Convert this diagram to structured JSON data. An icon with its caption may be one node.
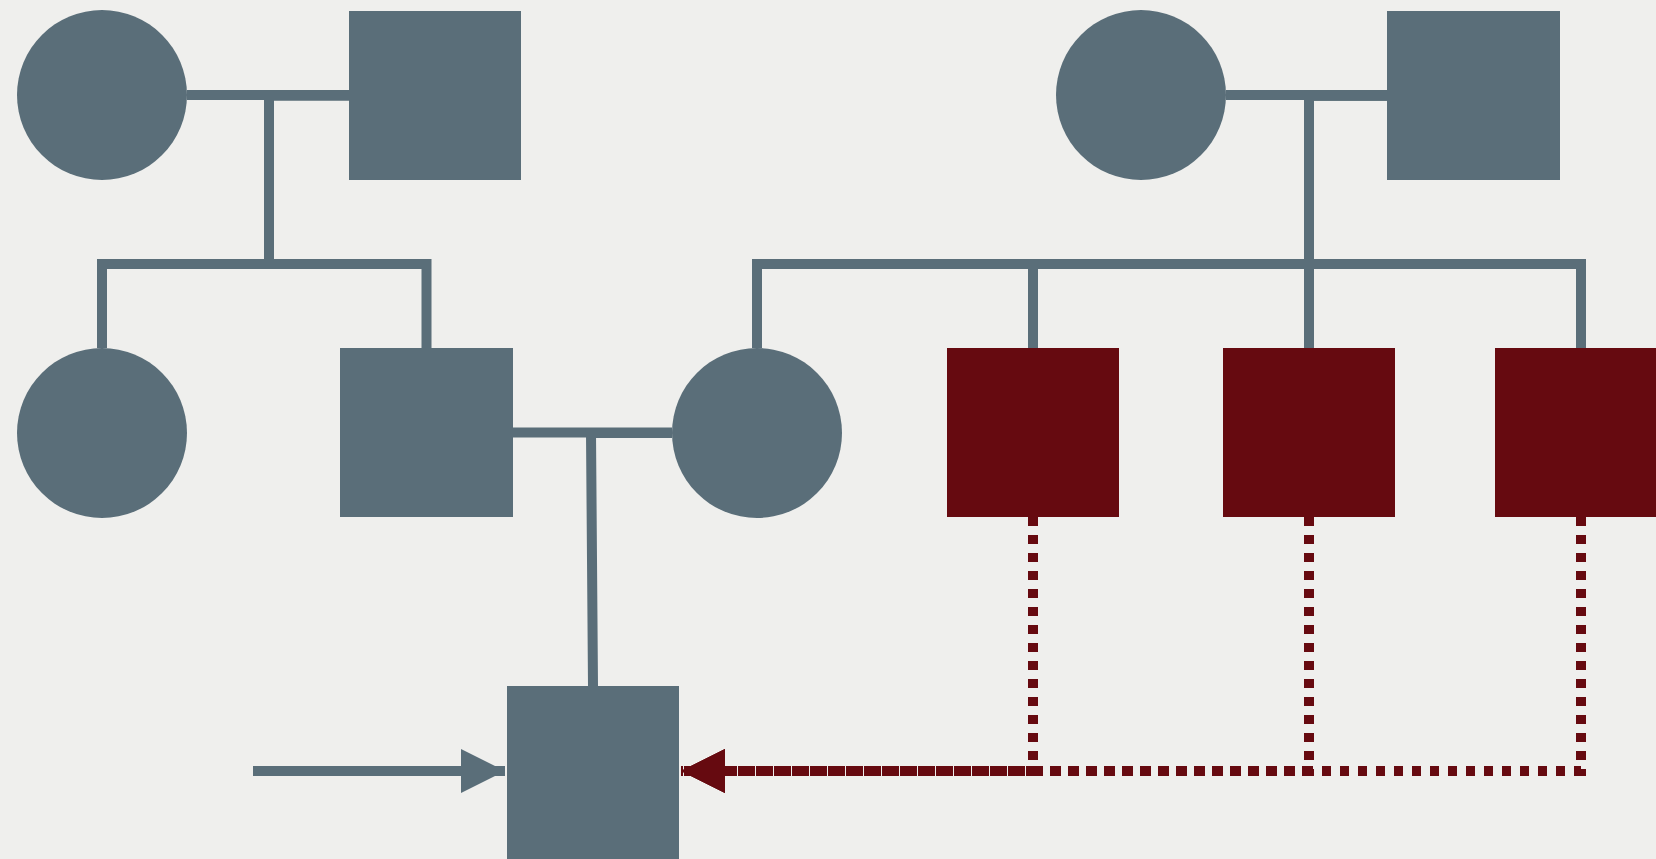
{
  "diagram": {
    "nodes": [
      {
        "text": [],
        "shape": "circle"
      },
      {
        "text": [],
        "shape": "box"
      },
      {
        "text": [],
        "shape": "circle"
      },
      {
        "text": [],
        "shape": "box"
      },
      {
        "text": [],
        "shape": "circle"
      },
      {
        "text": [],
        "shape": "box"
      },
      {
        "text": [],
        "shape": "circle"
      },
      {
        "text": [],
        "shape": "box"
      },
      {
        "text": [],
        "shape": "box"
      },
      {
        "text": [],
        "shape": "box"
      },
      {
        "text": [],
        "shape": "box"
      }
    ],
    "edges": [
      {
        "from": 0,
        "to": 1,
        "arrow": "none"
      },
      {
        "from": 1,
        "to": 4,
        "arrow": "none"
      },
      {
        "from": 1,
        "to": 5,
        "arrow": "none"
      },
      {
        "from": 2,
        "to": 3,
        "arrow": "none"
      },
      {
        "from": 3,
        "to": 6,
        "arrow": "none"
      },
      {
        "from": 3,
        "to": 7,
        "arrow": "none"
      },
      {
        "from": 3,
        "to": 8,
        "arrow": "none"
      },
      {
        "from": 3,
        "to": 9,
        "arrow": "none"
      },
      {
        "from": 5,
        "to": 6,
        "arrow": "none"
      },
      {
        "from": 6,
        "to": 10,
        "arrow": "none"
      },
      {
        "from": null,
        "to": 10,
        "arrow": "to"
      },
      {
        "from": 7,
        "to": 10,
        "arrow": "to",
        "style": "dashed",
        "color": "#660a10"
      },
      {
        "from": 8,
        "to": 10,
        "arrow": "to",
        "style": "dashed",
        "color": "#660a10"
      },
      {
        "from": 9,
        "to": 10,
        "arrow": "to",
        "style": "dashed",
        "color": "#660a10"
      }
    ]
  }
}
